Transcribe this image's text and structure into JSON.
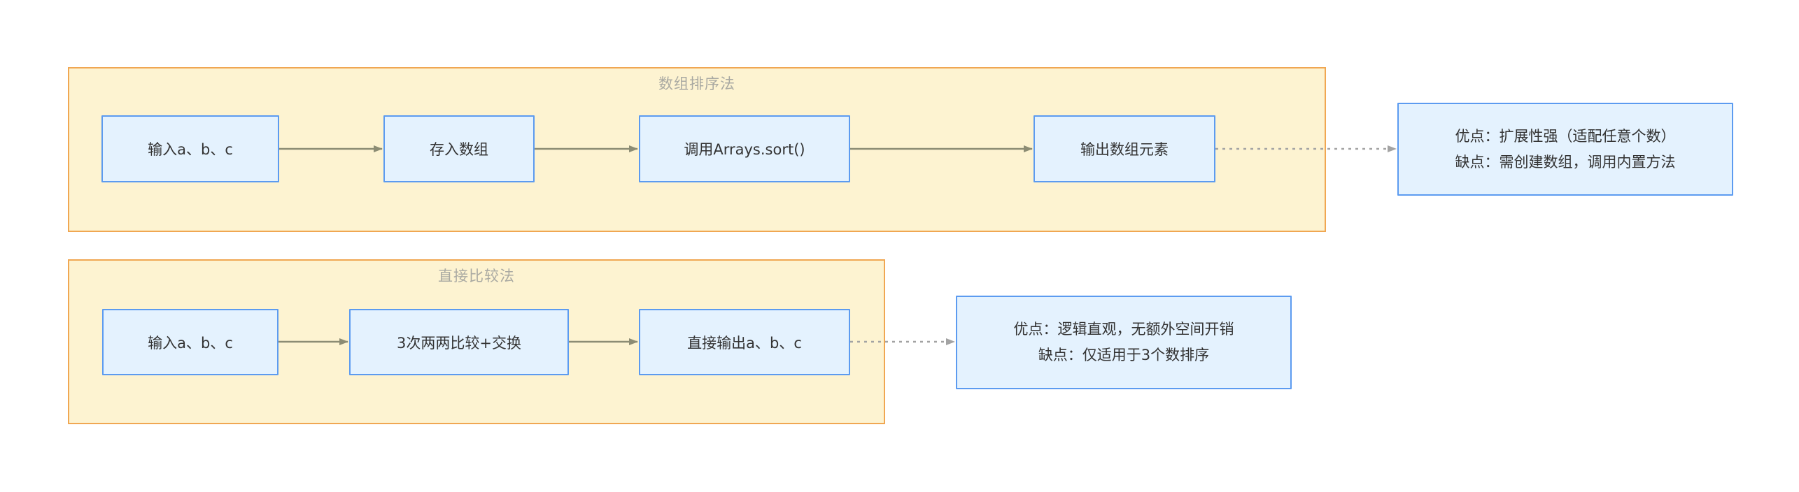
{
  "diagram": {
    "groups": [
      {
        "title": "数组排序法",
        "nodes": [
          {
            "label": "输入a、b、c"
          },
          {
            "label": "存入数组"
          },
          {
            "label": "调用Arrays.sort()"
          },
          {
            "label": "输出数组元素"
          }
        ],
        "note": {
          "pros": "优点：扩展性强（适配任意个数）",
          "cons": "缺点：需创建数组，调用内置方法"
        }
      },
      {
        "title": "直接比较法",
        "nodes": [
          {
            "label": "输入a、b、c"
          },
          {
            "label": "3次两两比较+交换"
          },
          {
            "label": "直接输出a、b、c"
          }
        ],
        "note": {
          "pros": "优点：逻辑直观，无额外空间开销",
          "cons": "缺点：仅适用于3个数排序"
        }
      }
    ],
    "colors": {
      "group_fill": "#FDF3D1",
      "group_border": "#F0A752",
      "node_fill": "#E4F2FE",
      "node_border": "#5C9BF0",
      "node_text": "#333333",
      "group_title_text": "#A9A9A2",
      "solid_arrow": "#8C8C74",
      "dotted_arrow": "#A3A3A3"
    }
  }
}
